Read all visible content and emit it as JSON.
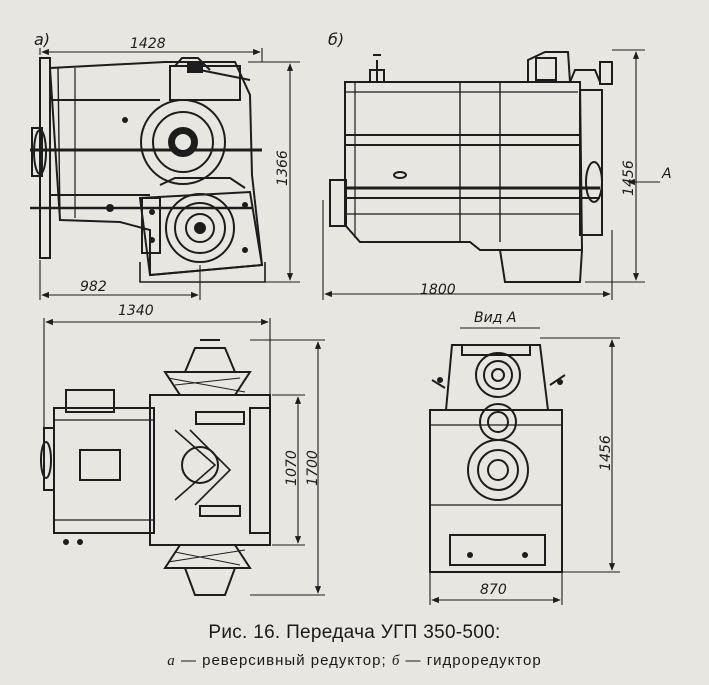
{
  "panel_labels": {
    "a": "а)",
    "b": "б)"
  },
  "dimensions": {
    "a_top_width": "1428",
    "a_height": "1366",
    "a_bottom_left": "982",
    "b_height": "1456",
    "b_length": "1800",
    "plan_width": "1340",
    "plan_inner": "1070",
    "plan_outer": "1700",
    "viewA_height": "1456",
    "viewA_width": "870"
  },
  "view_arrow_label": "А",
  "view_title": "Вид А",
  "caption": {
    "title": "Рис. 16. Передача УГП 350-500:",
    "a_letter": "а",
    "a_text": " — реверсивный редуктор; ",
    "b_letter": "б",
    "b_text": " — гидроредуктор"
  },
  "colors": {
    "paper": "#e7e6e1",
    "ink": "#1d1d1d"
  }
}
